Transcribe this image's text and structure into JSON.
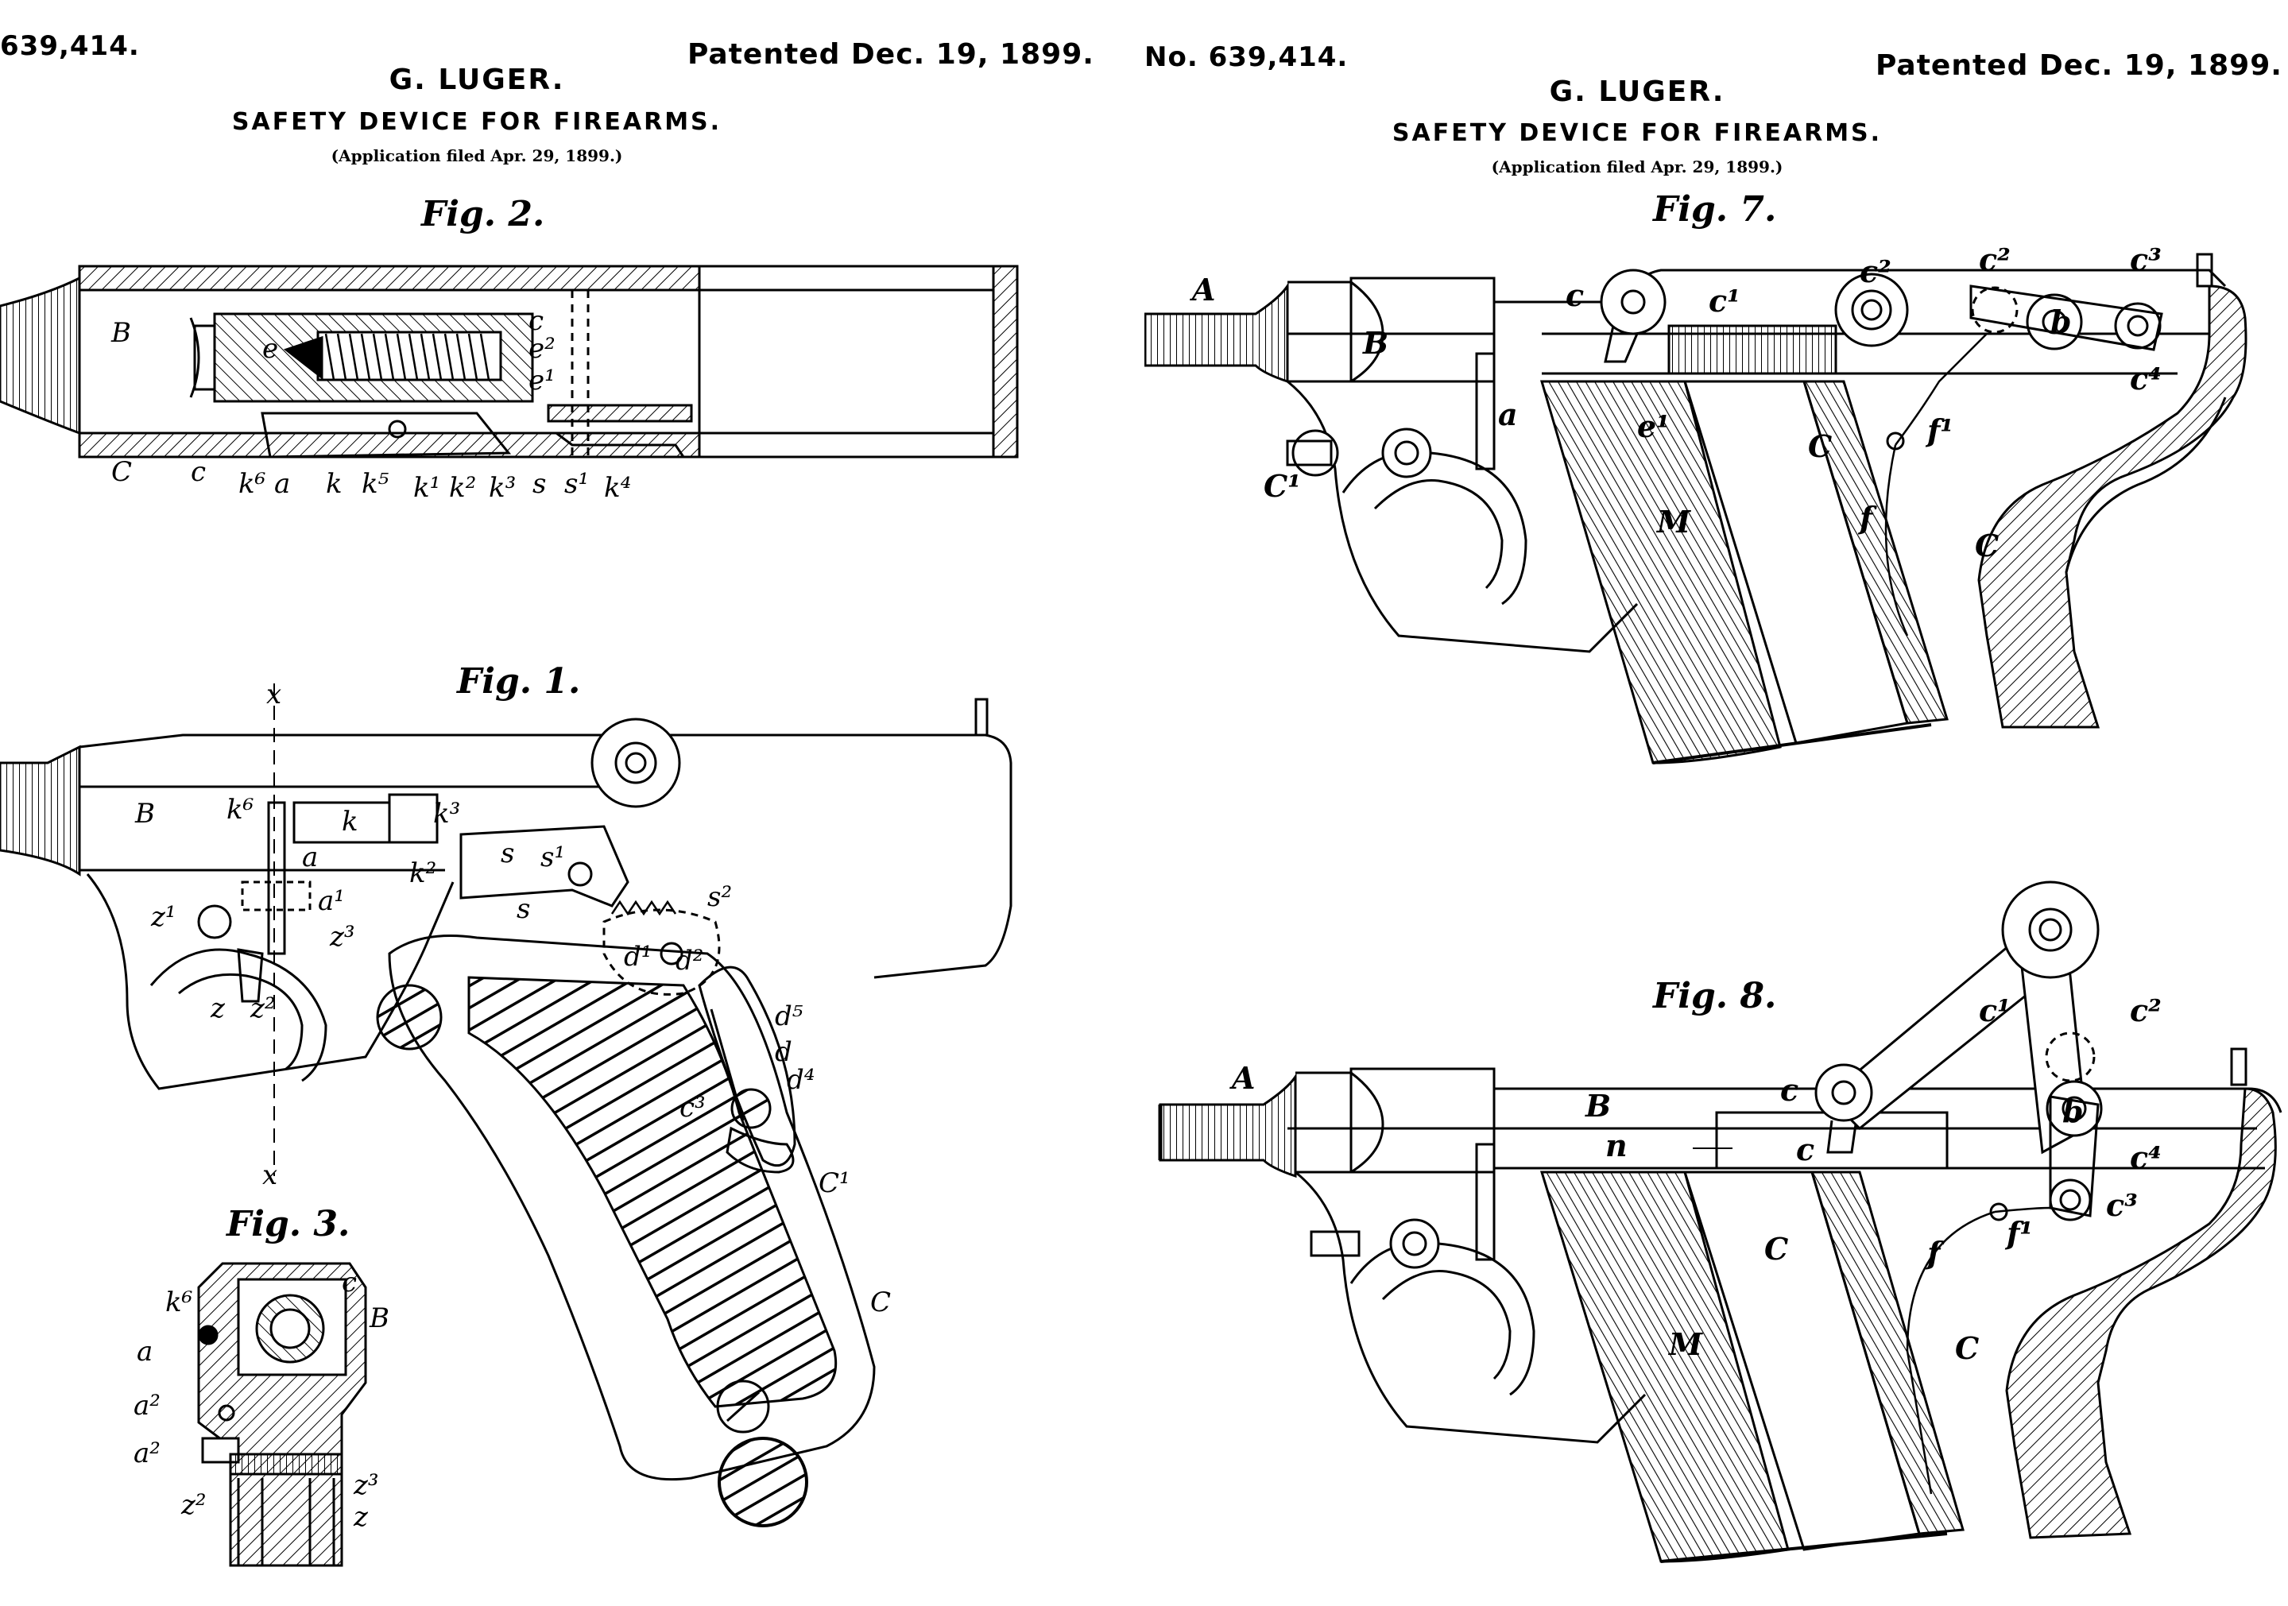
{
  "sheet_left": {
    "patent_number": "639,414.",
    "date": "Patented Dec. 19, 1899.",
    "inventor": "G. LUGER.",
    "title": "SAFETY DEVICE FOR FIREARMS.",
    "application": "(Application filed Apr. 29, 1899.)",
    "fig2": {
      "label": "Fig. 2.",
      "refs": [
        "B",
        "e",
        "c",
        "e²",
        "e¹",
        "C",
        "c",
        "k⁶",
        "a",
        "k",
        "k⁵",
        "k¹",
        "k²",
        "k³",
        "s",
        "s¹",
        "k⁴"
      ]
    },
    "fig1": {
      "label": "Fig. 1.",
      "refs": [
        "x",
        "x",
        "B",
        "k⁶",
        "k",
        "k³",
        "k²",
        "a",
        "a¹",
        "s",
        "s¹",
        "s²",
        "s",
        "z¹",
        "z³",
        "z",
        "z²",
        "d¹",
        "d²",
        "d⁵",
        "d",
        "d⁴",
        "c³",
        "C¹",
        "C"
      ]
    },
    "fig3": {
      "label": "Fig. 3.",
      "refs": [
        "k⁶",
        "c",
        "B",
        "a",
        "a²",
        "a²",
        "z²",
        "z³",
        "z"
      ]
    }
  },
  "sheet_right": {
    "patent_number": "No. 639,414.",
    "date": "Patented Dec. 19, 1899.",
    "inventor": "G. LUGER.",
    "title": "SAFETY DEVICE FOR FIREARMS.",
    "application": "(Application filed Apr. 29, 1899.)",
    "fig7": {
      "label": "Fig. 7.",
      "refs": [
        "A",
        "B",
        "c",
        "c¹",
        "c²",
        "c²",
        "b",
        "c³",
        "c⁴",
        "a",
        "e¹",
        "C",
        "f¹",
        "C¹",
        "M",
        "f",
        "C"
      ]
    },
    "fig8": {
      "label": "Fig. 8.",
      "refs": [
        "c¹",
        "c²",
        "A",
        "B",
        "c",
        "b",
        "c⁴",
        "n",
        "c",
        "f",
        "f¹",
        "c³",
        "C",
        "M",
        "C"
      ]
    }
  },
  "colors": {
    "ink": "#000000",
    "paper": "#ffffff"
  }
}
